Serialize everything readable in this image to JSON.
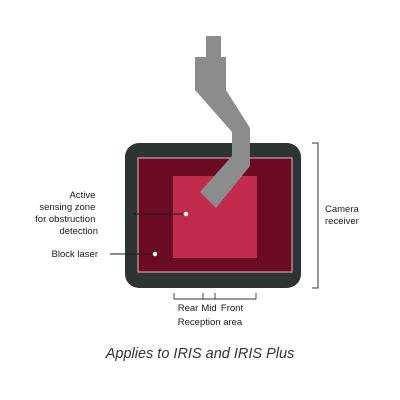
{
  "labels": {
    "active_zone": [
      "Active",
      "sensing zone",
      "for obstruction",
      "detection"
    ],
    "block_laser": "Block laser",
    "camera_receiver": [
      "Camera",
      "receiver"
    ],
    "reception_positions": [
      "Rear",
      "Mid",
      "Front"
    ],
    "reception_area": "Reception area"
  },
  "caption": "Applies to IRIS and IRIS Plus",
  "colors": {
    "frame": "#2d3533",
    "block_laser": "#6b0a23",
    "block_laser_edge": "#e8b7c4",
    "active_zone": "#c22a4e",
    "press_brake_tool": "#8c8c8c",
    "bracket": "#333333"
  }
}
